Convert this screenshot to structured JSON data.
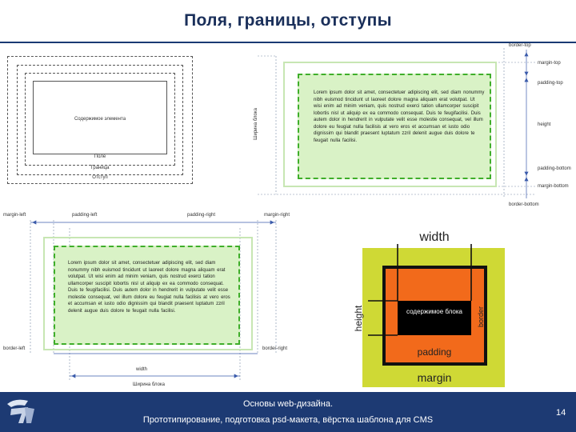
{
  "title": "Поля, границы, отступы",
  "diagram1": {
    "content": "Содержимое элемента",
    "padding": "Поле",
    "border": "Граница",
    "margin": "Отступ"
  },
  "diagram2": {
    "side_label": "Ширина блока",
    "lorem": "Lorem ipsum dolor sit amet, consectetuer adipiscing elit, sed diam nonummy nibh euismod tincidunt ut laoreet dolore magna aliquam erat volutpat. Ut wisi enim ad minim veniam, quis nostrud exerci tation ullamcorper suscipit lobortis nisl ut aliquip ex ea commodo consequat. Duis te feugifacilisi. Duis autem dolor in hendrerit in vulputate velit esse molestie consequat, vel illum dolore eu feugiat nulla facilisis at vero eros et accumsan et iusto odio dignissim qui blandit praesent luptatum zzril delenit augue duis dolore te feugait nulla facilisi.",
    "right_labels": [
      "border-top",
      "margin-top",
      "padding-top",
      "height",
      "padding-bottom",
      "margin-bottom",
      "border-bottom"
    ]
  },
  "diagram3": {
    "labels": [
      "margin-left",
      "padding-left",
      "padding-right",
      "margin-right",
      "border-left",
      "border-right",
      "width",
      "Ширина блока"
    ],
    "lorem": "Lorem ipsum dolor sit amet, consectetuer adipiscing elit, sed diam nonummy nibh euismod tincidunt ut laoreet dolore magna aliquam erat volutpat. Ut wisi enim ad minim veniam, quis nostrud exerci tation ullamcorper suscipit lobortis nisl ut aliquip ex ea commodo consequat. Duis te feugifacilisi. Duis autem dolor in hendrerit in vulputate velit esse molestie consequat, vel illum dolore eu feugiat nulla facilisis at vero eros et accumsan et iusto odio dignissim qui blandit praesent luptatum zzril delenit augue duis dolore te feugait nulla facilisi."
  },
  "diagram4": {
    "width": "width",
    "height": "height",
    "border": "border",
    "content": "содержимое блока",
    "padding": "padding",
    "margin": "margin"
  },
  "footer": {
    "line1": "Основы web-дизайна.",
    "line2": "Прототипирование, подготовка psd-макета, вёрстка шаблона для CMS",
    "page_number": "14"
  },
  "colors": {
    "accent_navy": "#1d3a73",
    "green_fill": "#d9f2c6",
    "green_border": "#3fae2a",
    "margin_yellow": "#cfd935",
    "padding_orange": "#f26a1b"
  }
}
